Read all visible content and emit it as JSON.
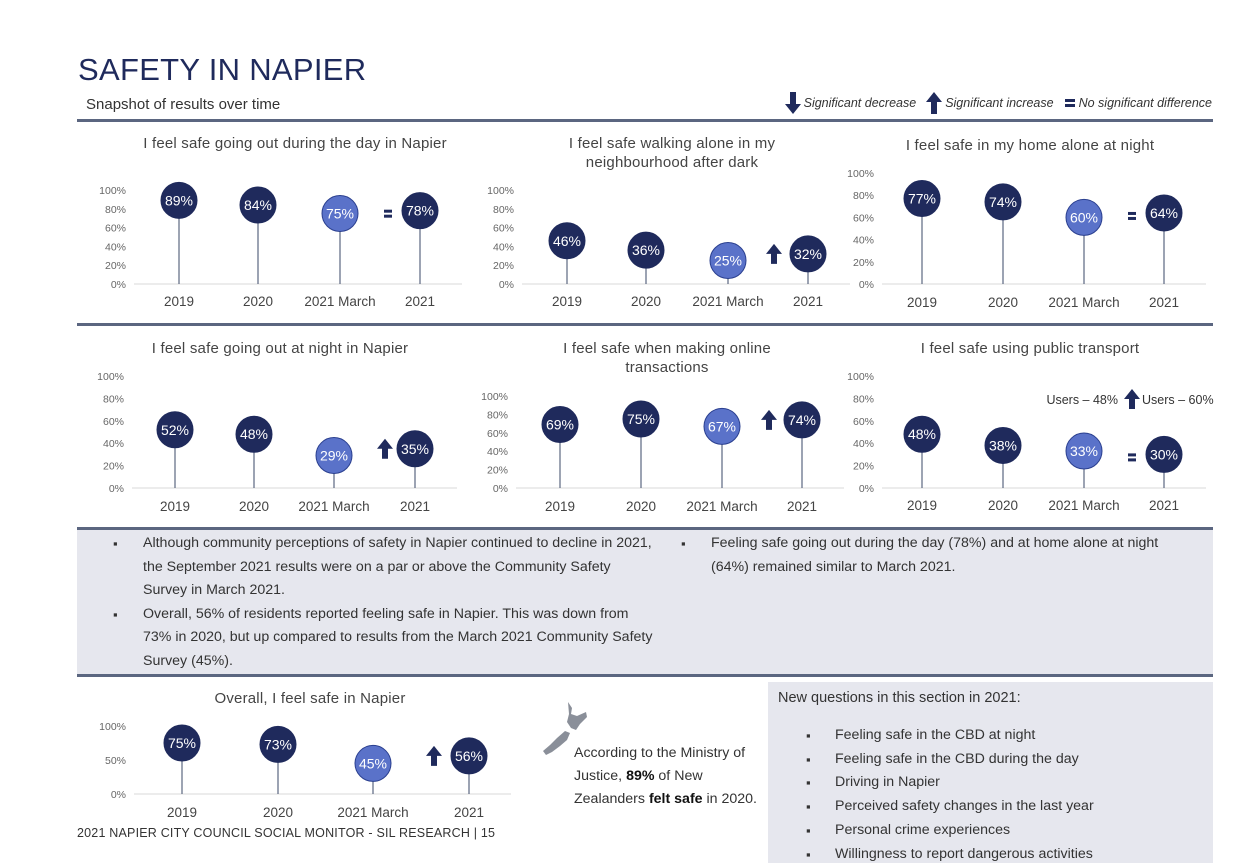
{
  "page": {
    "title": "SAFETY IN NAPIER",
    "subtitle": "Snapshot of results over time",
    "footer": "2021 NAPIER CITY COUNCIL SOCIAL MONITOR - SIL RESEARCH | 15"
  },
  "legend": {
    "decrease": "Significant decrease",
    "increase": "Significant increase",
    "no_difference": "No significant difference"
  },
  "colors": {
    "dark": "#1f2a5c",
    "light": "#5a72c9",
    "rule": "#5b6680",
    "box": "#e6e7ee"
  },
  "chart_data": [
    {
      "type": "lollipop",
      "title": "I feel safe going out during the day in Napier",
      "categories": [
        "2019",
        "2020",
        "2021 March",
        "2021"
      ],
      "values": [
        89,
        84,
        75,
        78
      ],
      "value_labels": [
        "89%",
        "84%",
        "75%",
        "78%"
      ],
      "yticks": [
        "100%",
        "80%",
        "60%",
        "40%",
        "20%",
        "0%"
      ],
      "ylim": [
        0,
        100
      ],
      "highlight_index": 2,
      "change_marker": "no-difference"
    },
    {
      "type": "lollipop",
      "title": "I feel safe walking alone in my neighbourhood after dark",
      "categories": [
        "2019",
        "2020",
        "2021 March",
        "2021"
      ],
      "values": [
        46,
        36,
        25,
        32
      ],
      "value_labels": [
        "46%",
        "36%",
        "25%",
        "32%"
      ],
      "yticks": [
        "100%",
        "80%",
        "60%",
        "40%",
        "20%",
        "0%"
      ],
      "ylim": [
        0,
        100
      ],
      "highlight_index": 2,
      "change_marker": "increase"
    },
    {
      "type": "lollipop",
      "title": "I feel safe in my home alone at night",
      "categories": [
        "2019",
        "2020",
        "2021 March",
        "2021"
      ],
      "values": [
        77,
        74,
        60,
        64
      ],
      "value_labels": [
        "77%",
        "74%",
        "60%",
        "64%"
      ],
      "yticks": [
        "100%",
        "80%",
        "60%",
        "40%",
        "20%",
        "0%"
      ],
      "ylim": [
        0,
        100
      ],
      "highlight_index": 2,
      "change_marker": "no-difference"
    },
    {
      "type": "lollipop",
      "title": "I feel safe going out at night in Napier",
      "categories": [
        "2019",
        "2020",
        "2021 March",
        "2021"
      ],
      "values": [
        52,
        48,
        29,
        35
      ],
      "value_labels": [
        "52%",
        "48%",
        "29%",
        "35%"
      ],
      "yticks": [
        "100%",
        "80%",
        "60%",
        "40%",
        "20%",
        "0%"
      ],
      "ylim": [
        0,
        100
      ],
      "highlight_index": 2,
      "change_marker": "increase"
    },
    {
      "type": "lollipop",
      "title": "I feel safe when making online transactions",
      "categories": [
        "2019",
        "2020",
        "2021 March",
        "2021"
      ],
      "values": [
        69,
        75,
        67,
        74
      ],
      "value_labels": [
        "69%",
        "75%",
        "67%",
        "74%"
      ],
      "yticks": [
        "100%",
        "80%",
        "60%",
        "40%",
        "20%",
        "0%"
      ],
      "ylim": [
        0,
        100
      ],
      "highlight_index": 2,
      "change_marker": "increase"
    },
    {
      "type": "lollipop",
      "title": "I feel safe using public transport",
      "categories": [
        "2019",
        "2020",
        "2021 March",
        "2021"
      ],
      "values": [
        48,
        38,
        33,
        30
      ],
      "value_labels": [
        "48%",
        "38%",
        "33%",
        "30%"
      ],
      "yticks": [
        "100%",
        "80%",
        "60%",
        "40%",
        "20%",
        "0%"
      ],
      "ylim": [
        0,
        100
      ],
      "highlight_index": 2,
      "change_marker": "no-difference",
      "annotation": {
        "before": "Users – 48%",
        "after": "Users – 60%",
        "marker": "increase"
      }
    },
    {
      "type": "lollipop",
      "title": "Overall, I feel safe in Napier",
      "categories": [
        "2019",
        "2020",
        "2021 March",
        "2021"
      ],
      "values": [
        75,
        73,
        45,
        56
      ],
      "value_labels": [
        "75%",
        "73%",
        "45%",
        "56%"
      ],
      "yticks": [
        "100%",
        "50%",
        "0%"
      ],
      "ylim": [
        0,
        100
      ],
      "highlight_index": 2,
      "change_marker": "increase"
    }
  ],
  "bullets_left": [
    "Although community perceptions of safety in Napier continued to decline in 2021, the September 2021 results were on a par or above the Community Safety Survey in March 2021.",
    "Overall, 56% of residents reported feeling safe in Napier. This was down from 73% in 2020, but up compared to results from the March 2021 Community Safety Survey (45%)."
  ],
  "bullets_right": [
    "Feeling safe going out during the day (78%) and at home alone at night (64%) remained similar to March 2021."
  ],
  "ministry": {
    "prefix": "According to the Ministry of Justice,",
    "percent": "89%",
    "middle": "of New Zealanders",
    "felt_safe": "felt safe",
    "suffix": "in 2020."
  },
  "new_questions": {
    "title": "New questions in this section in 2021:",
    "items": [
      "Feeling safe in the CBD at night",
      "Feeling safe in the CBD during the day",
      "Driving in Napier",
      "Perceived safety changes in the last year",
      "Personal crime experiences",
      "Willingness to report dangerous activities"
    ]
  }
}
